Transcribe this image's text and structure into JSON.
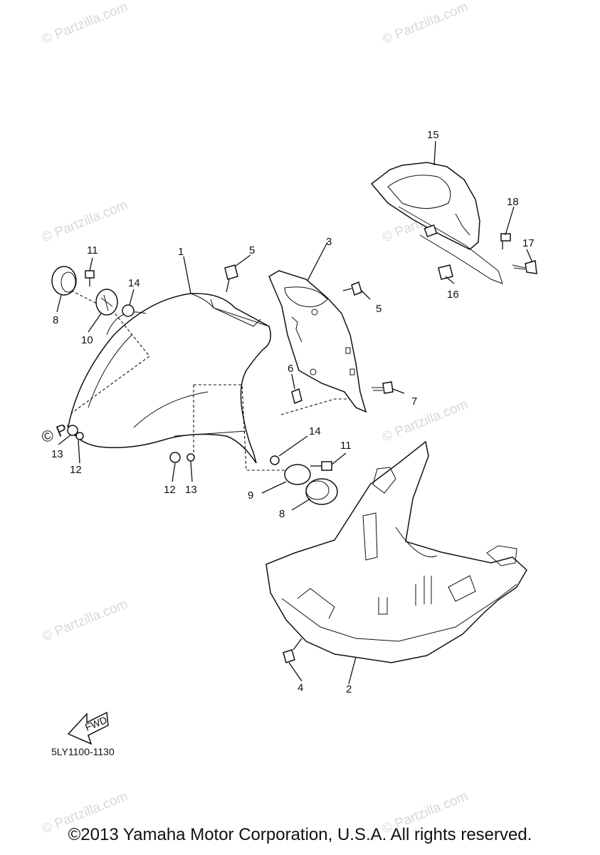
{
  "watermarks": {
    "text": "© Partzilla.com",
    "emphasized_text": "© Partzilla.com"
  },
  "callouts": {
    "c1": "1",
    "c2": "2",
    "c3": "3",
    "c4": "4",
    "c5a": "5",
    "c5b": "5",
    "c6": "6",
    "c7": "7",
    "c8a": "8",
    "c8b": "8",
    "c9": "9",
    "c10": "10",
    "c11a": "11",
    "c11b": "11",
    "c12a": "12",
    "c12b": "12",
    "c13a": "13",
    "c13b": "13",
    "c14a": "14",
    "c14b": "14",
    "c15": "15",
    "c16": "16",
    "c17": "17",
    "c18": "18"
  },
  "fwd_label": "FWD",
  "diagram_code": "5LY1100-1130",
  "copyright": "©2013 Yamaha Motor Corporation, U.S.A. All rights reserved.",
  "colors": {
    "line": "#111111",
    "watermark": "#d8d8d8"
  }
}
